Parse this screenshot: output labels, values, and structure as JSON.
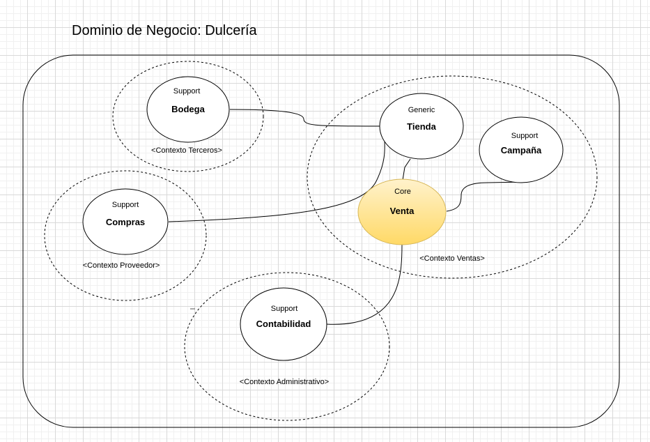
{
  "title": "Dominio de Negocio: Dulcería",
  "contexts": {
    "terceros": "<Contexto Terceros>",
    "proveedor": "<Contexto Proveedor>",
    "ventas": "<Contexto Ventas>",
    "administrativo": "<Contexto Administrativo>"
  },
  "nodes": {
    "bodega": {
      "stereotype": "Support",
      "name": "Bodega"
    },
    "compras": {
      "stereotype": "Support",
      "name": "Compras"
    },
    "tienda": {
      "stereotype": "Generic",
      "name": "Tienda"
    },
    "campana": {
      "stereotype": "Support",
      "name": "Campaña"
    },
    "venta": {
      "stereotype": "Core",
      "name": "Venta"
    },
    "contabilidad": {
      "stereotype": "Support",
      "name": "Contabilidad"
    }
  },
  "colors": {
    "core_fill_top": "#fff2cc",
    "core_fill_bottom": "#ffd966",
    "core_stroke": "#d6b656",
    "stroke": "#000000"
  }
}
